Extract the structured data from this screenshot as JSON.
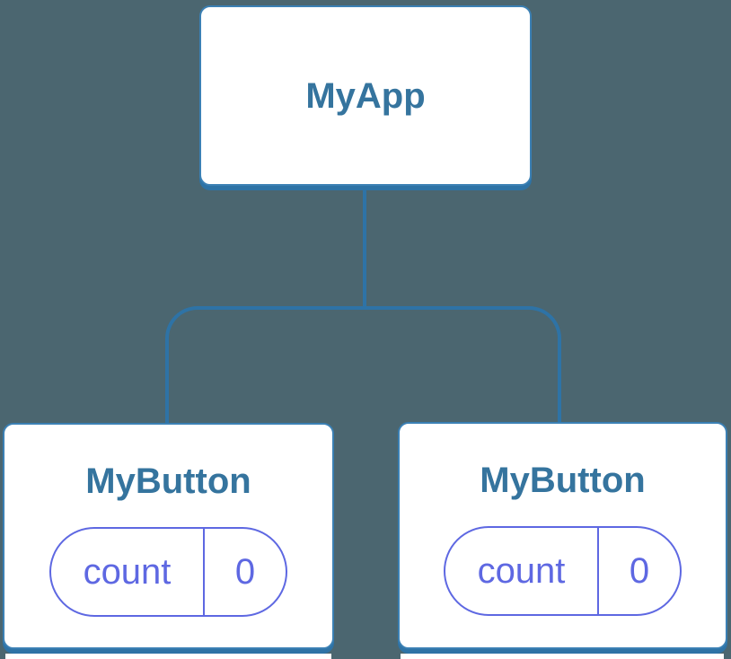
{
  "diagram": {
    "root_node": {
      "label": "MyApp"
    },
    "child_nodes": [
      {
        "label": "MyButton",
        "state_pill": {
          "name": "count",
          "value": "0"
        }
      },
      {
        "label": "MyButton",
        "state_pill": {
          "name": "count",
          "value": "0"
        }
      }
    ]
  },
  "colors": {
    "background": "#4B6670",
    "connector_blue": "#2E73A6",
    "node_border_blue": "#3B80B4",
    "node_fill": "#FFFFFF",
    "node_label_blue": "#35749E",
    "state_pill_indigo": "#5E68E2"
  }
}
